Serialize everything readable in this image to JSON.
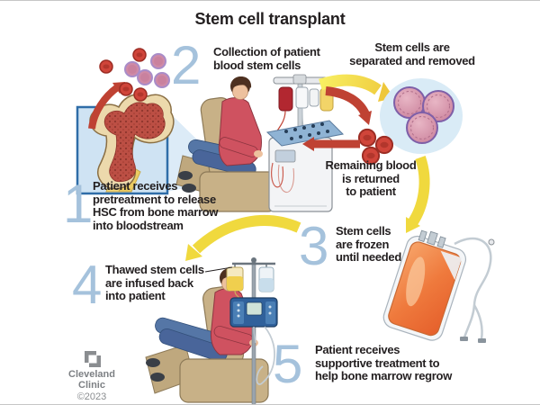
{
  "title": "Stem cell transplant",
  "steps": {
    "s1": {
      "num": "1",
      "label": "Patient receives\npretreatment to release\nHSC from bone marrow\ninto bloodstream"
    },
    "s2": {
      "num": "2",
      "label": "Collection of patient\nblood stem cells"
    },
    "s3": {
      "num": "3",
      "label": "Stem cells\nare frozen\nuntil needed"
    },
    "s4": {
      "num": "4",
      "label": "Thawed stem cells\nare infused back\ninto patient"
    },
    "s5": {
      "num": "5",
      "label": "Patient receives\nsupportive treatment to\nhelp bone marrow regrow"
    }
  },
  "annotations": {
    "separated": "Stem cells are\nseparated and removed",
    "returned": "Remaining blood\nis returned\nto patient"
  },
  "footer": {
    "brand": "Cleveland\nClinic",
    "copyright": "©2023"
  },
  "colors": {
    "step_number": "#a5c2dc",
    "text": "#231f20",
    "arrow_yellow": "#f0d93e",
    "arrow_red": "#bf4233",
    "stem_cell_pink": "#d08ba3",
    "stem_cell_rim": "#7e5fa8",
    "red_blood_cell": "#d0453a",
    "inset_box_bg": "#cfe3f3",
    "inset_box_border": "#2f6da8",
    "bag_orange": "#ef7a3d",
    "brand_gray": "#7d8084"
  }
}
